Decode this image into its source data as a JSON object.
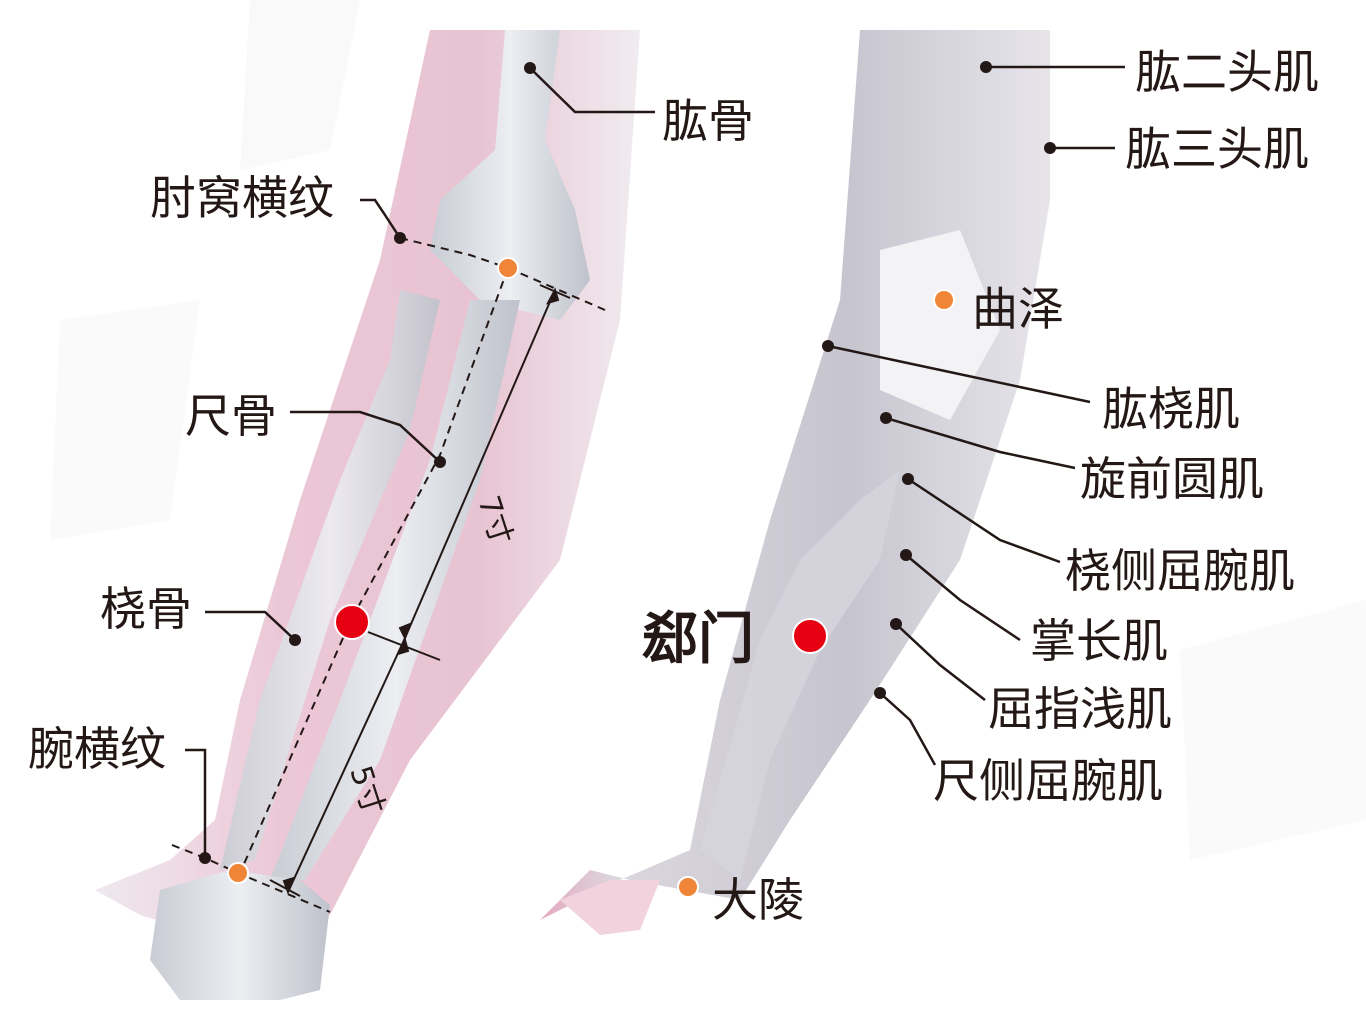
{
  "left_panel": {
    "labels": {
      "humerus": "肱骨",
      "elbow_crease": "肘窝横纹",
      "ulna": "尺骨",
      "radius": "桡骨",
      "wrist_crease": "腕横纹",
      "measure_7": "7寸",
      "measure_5": "5寸"
    }
  },
  "right_panel": {
    "labels": {
      "biceps": "肱二头肌",
      "triceps": "肱三头肌",
      "quze": "曲泽",
      "brachioradialis": "肱桡肌",
      "pronator_teres": "旋前圆肌",
      "flexor_carpi_radialis": "桡侧屈腕肌",
      "palmaris_longus": "掌长肌",
      "flexor_digitorum_superficialis": "屈指浅肌",
      "flexor_carpi_ulnaris": "尺侧屈腕肌",
      "daling": "大陵"
    },
    "main_point": "郄门"
  },
  "colors": {
    "acupoint_main": "#e60012",
    "acupoint_secondary": "#f08437",
    "leader_line": "#231815",
    "skin_tint": "#e9b8c8",
    "bone": "#d9dbe1",
    "muscle": "#c9c9d3"
  }
}
